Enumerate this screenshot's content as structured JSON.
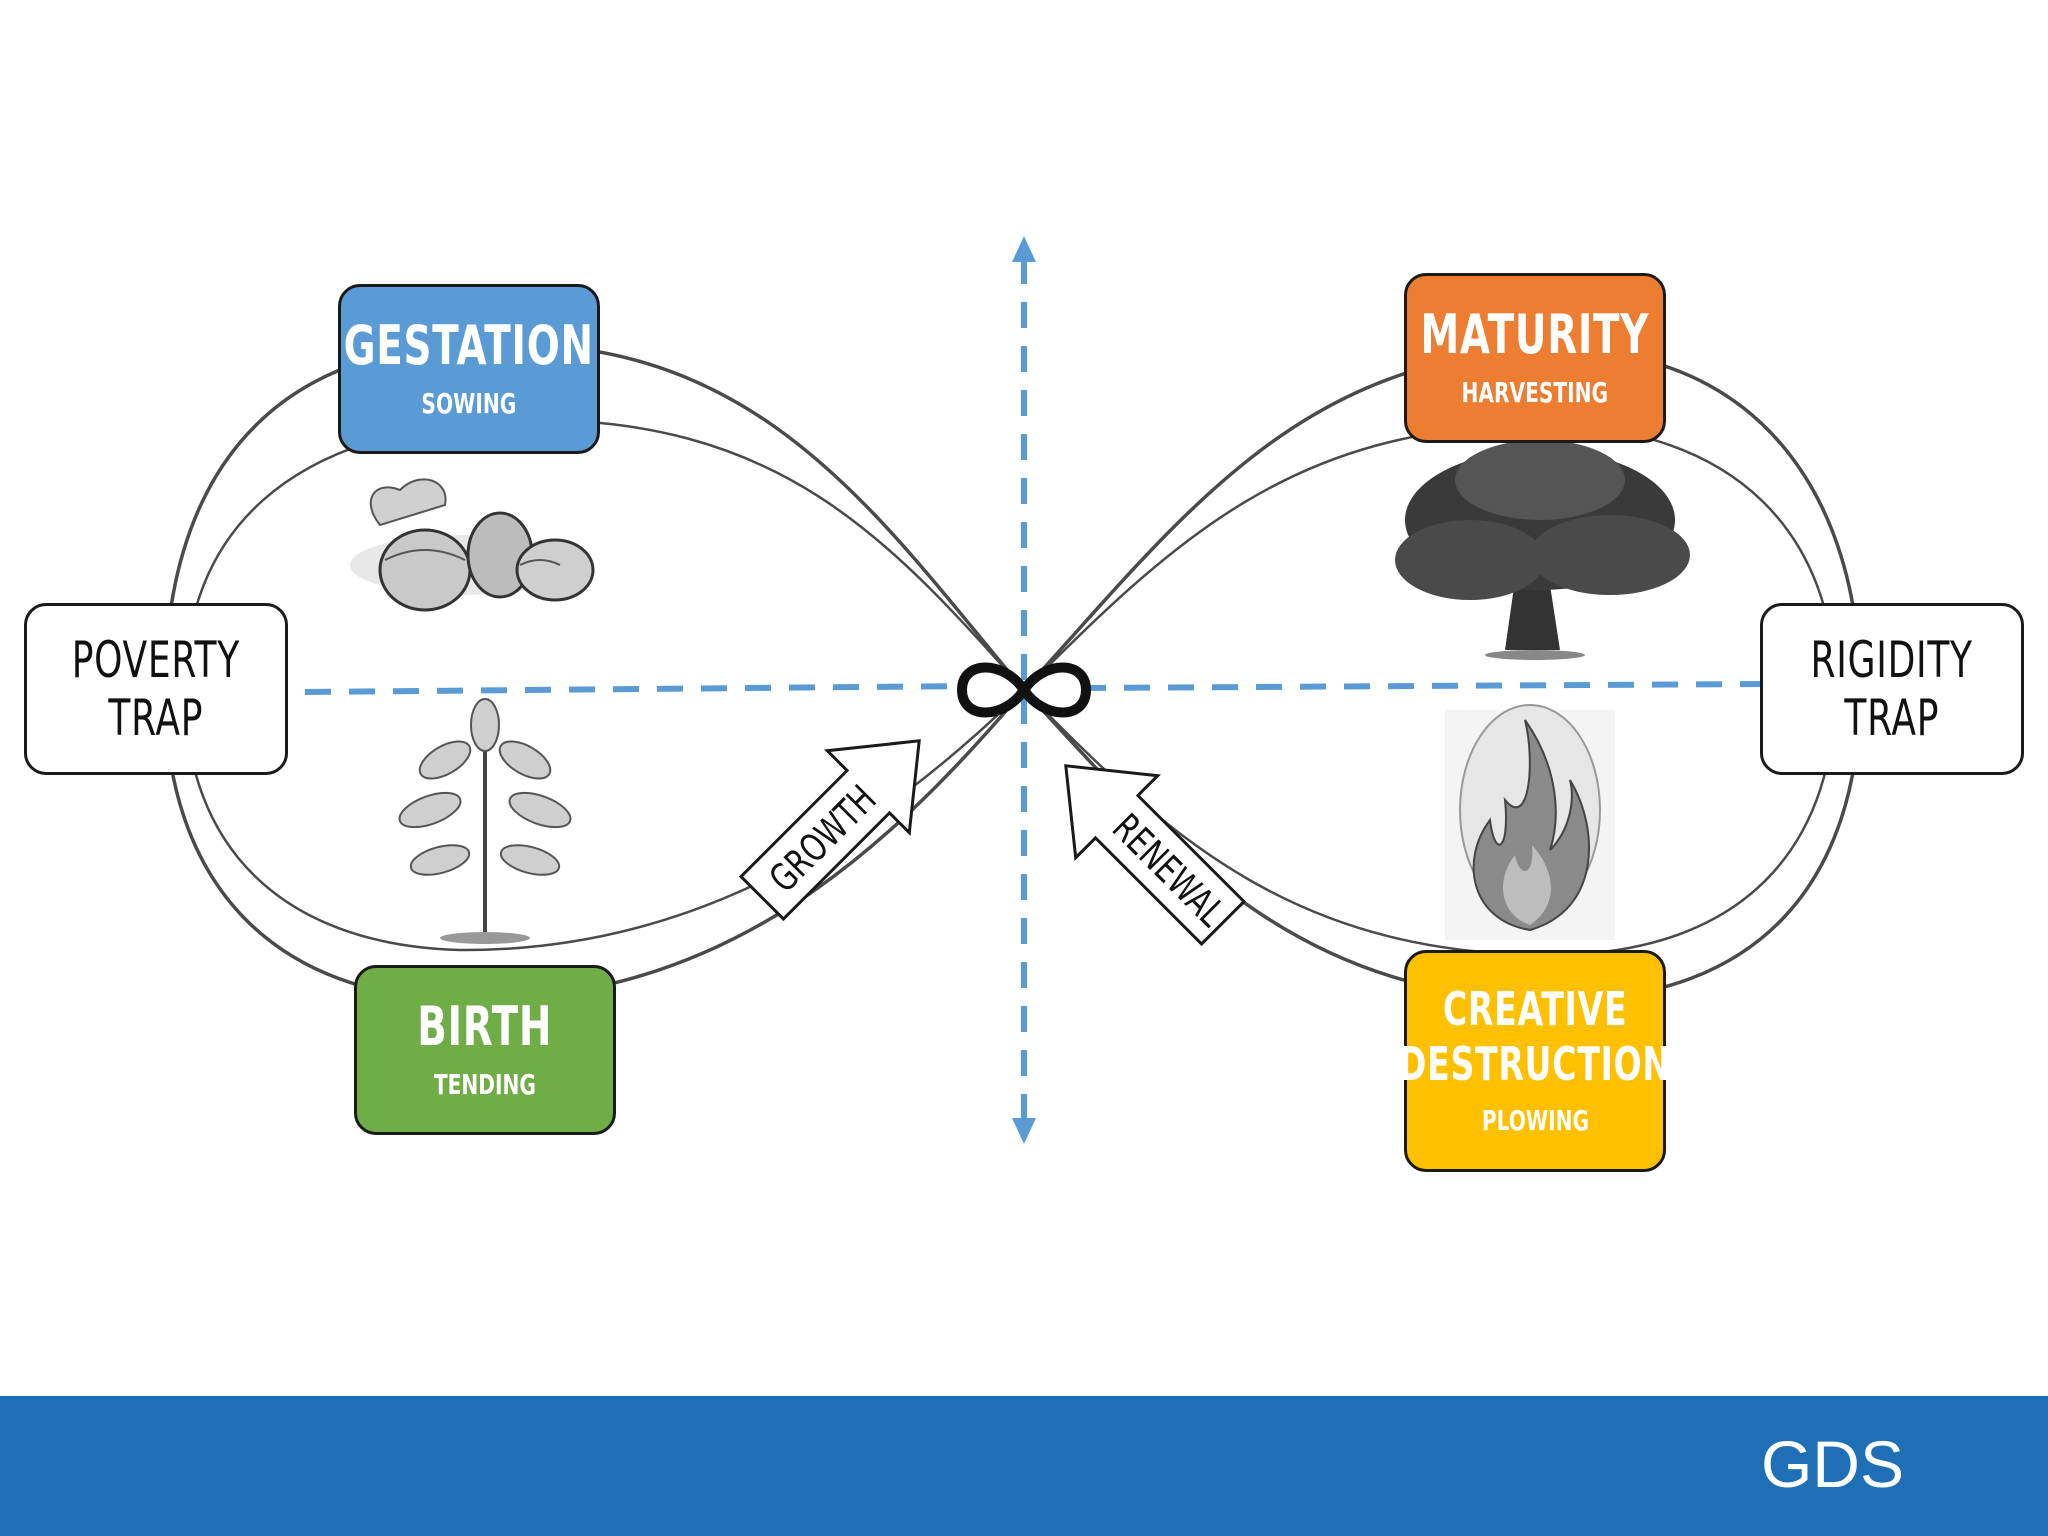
{
  "stages": {
    "gestation": {
      "title": "GESTATION",
      "subtitle": "SOWING",
      "color": "#5b9bd5"
    },
    "birth": {
      "title": "BIRTH",
      "subtitle": "TENDING",
      "color": "#70ad47"
    },
    "maturity": {
      "title": "MATURITY",
      "subtitle": "HARVESTING",
      "color": "#ed7d31"
    },
    "creative_destruction": {
      "title_line1": "CREATIVE",
      "title_line2": "DESTRUCTION",
      "subtitle": "PLOWING",
      "color": "#ffc000"
    }
  },
  "traps": {
    "poverty": {
      "line1": "POVERTY",
      "line2": "TRAP"
    },
    "rigidity": {
      "line1": "RIGIDITY",
      "line2": "TRAP"
    }
  },
  "arrows": {
    "growth": "GROWTH",
    "renewal": "RENEWAL"
  },
  "axis_color": "#5b9bd5",
  "footer": {
    "brand": "GDS",
    "color": "#1f6fb6"
  },
  "illustrations": [
    "acorns-illustration",
    "sapling-illustration",
    "oak-tree-illustration",
    "flame-illustration"
  ]
}
